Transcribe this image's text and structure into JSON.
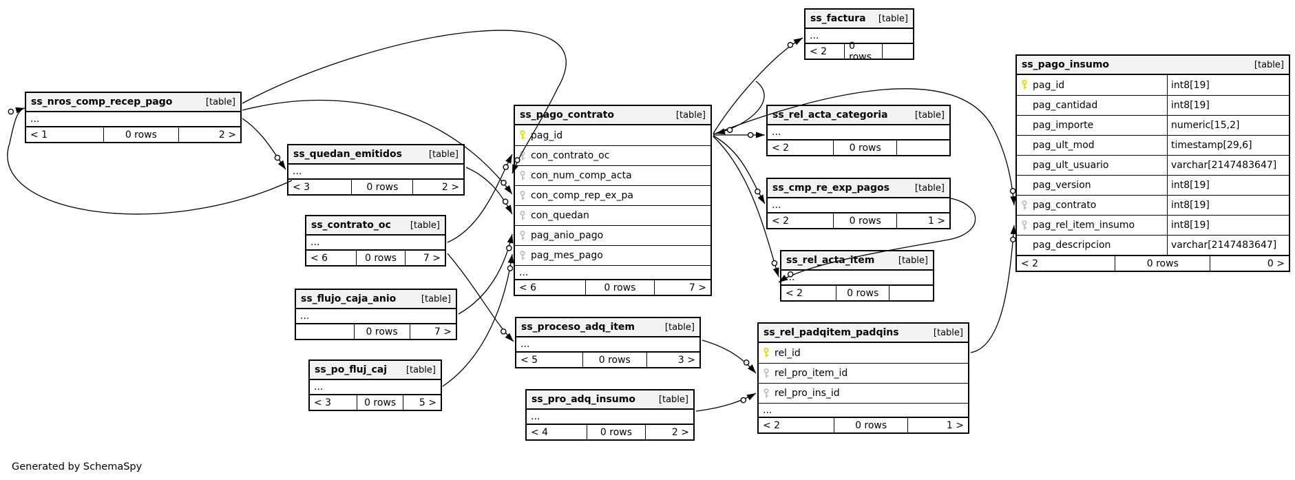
{
  "footer_note": "Generated by SchemaSpy",
  "colors": {
    "pk_key": "#d9d900",
    "fk_key": "#bebebe",
    "header_bg": "#f2f2f2",
    "border": "#000000",
    "line": "#000000"
  },
  "tables": [
    {
      "id": "ss_nros_comp_recep_pago",
      "name": "ss_nros_comp_recep_pago",
      "tag": "[table]",
      "columns": [
        {
          "name": "...",
          "ellipsis": true
        }
      ],
      "footer": {
        "left": "< 1",
        "center": "0 rows",
        "right": "2 >"
      }
    },
    {
      "id": "ss_quedan_emitidos",
      "name": "ss_quedan_emitidos",
      "tag": "[table]",
      "columns": [
        {
          "name": "...",
          "ellipsis": true
        }
      ],
      "footer": {
        "left": "< 3",
        "center": "0 rows",
        "right": "2 >"
      }
    },
    {
      "id": "ss_contrato_oc",
      "name": "ss_contrato_oc",
      "tag": "[table]",
      "columns": [
        {
          "name": "...",
          "ellipsis": true
        }
      ],
      "footer": {
        "left": "< 6",
        "center": "0 rows",
        "right": "7 >"
      }
    },
    {
      "id": "ss_flujo_caja_anio",
      "name": "ss_flujo_caja_anio",
      "tag": "[table]",
      "columns": [
        {
          "name": "...",
          "ellipsis": true
        }
      ],
      "footer": {
        "left": "",
        "center": "0 rows",
        "right": "7 >"
      }
    },
    {
      "id": "ss_po_fluj_caj",
      "name": "ss_po_fluj_caj",
      "tag": "[table]",
      "columns": [
        {
          "name": "...",
          "ellipsis": true
        }
      ],
      "footer": {
        "left": "< 3",
        "center": "0 rows",
        "right": "5 >"
      }
    },
    {
      "id": "ss_pago_contrato",
      "name": "ss_pago_contrato",
      "tag": "[table]",
      "columns": [
        {
          "name": "pag_id",
          "key": "pk"
        },
        {
          "name": "con_contrato_oc",
          "key": "fk"
        },
        {
          "name": "con_num_comp_acta",
          "key": "fk"
        },
        {
          "name": "con_comp_rep_ex_pa",
          "key": "fk"
        },
        {
          "name": "con_quedan",
          "key": "fk"
        },
        {
          "name": "pag_anio_pago",
          "key": "fk"
        },
        {
          "name": "pag_mes_pago",
          "key": "fk"
        },
        {
          "name": "...",
          "ellipsis": true
        }
      ],
      "footer": {
        "left": "< 6",
        "center": "0 rows",
        "right": "7 >"
      }
    },
    {
      "id": "ss_proceso_adq_item",
      "name": "ss_proceso_adq_item",
      "tag": "[table]",
      "columns": [
        {
          "name": "...",
          "ellipsis": true
        }
      ],
      "footer": {
        "left": "< 5",
        "center": "0 rows",
        "right": "3 >"
      }
    },
    {
      "id": "ss_pro_adq_insumo",
      "name": "ss_pro_adq_insumo",
      "tag": "[table]",
      "columns": [
        {
          "name": "...",
          "ellipsis": true
        }
      ],
      "footer": {
        "left": "< 4",
        "center": "0 rows",
        "right": "2 >"
      }
    },
    {
      "id": "ss_factura",
      "name": "ss_factura",
      "tag": "[table]",
      "columns": [
        {
          "name": "...",
          "ellipsis": true
        }
      ],
      "footer": {
        "left": "< 2",
        "center": "0 rows",
        "right": ""
      }
    },
    {
      "id": "ss_rel_acta_categoria",
      "name": "ss_rel_acta_categoria",
      "tag": "[table]",
      "columns": [
        {
          "name": "...",
          "ellipsis": true
        }
      ],
      "footer": {
        "left": "< 2",
        "center": "0 rows",
        "right": ""
      }
    },
    {
      "id": "ss_cmp_re_exp_pagos",
      "name": "ss_cmp_re_exp_pagos",
      "tag": "[table]",
      "columns": [
        {
          "name": "...",
          "ellipsis": true
        }
      ],
      "footer": {
        "left": "< 2",
        "center": "0 rows",
        "right": "1 >"
      }
    },
    {
      "id": "ss_rel_acta_item",
      "name": "ss_rel_acta_item",
      "tag": "[table]",
      "columns": [
        {
          "name": "...",
          "ellipsis": true
        }
      ],
      "footer": {
        "left": "< 2",
        "center": "0 rows",
        "right": ""
      }
    },
    {
      "id": "ss_rel_padqitem_padqins",
      "name": "ss_rel_padqitem_padqins",
      "tag": "[table]",
      "columns": [
        {
          "name": "rel_id",
          "key": "pk"
        },
        {
          "name": "rel_pro_item_id",
          "key": "fk"
        },
        {
          "name": "rel_pro_ins_id",
          "key": "fk"
        },
        {
          "name": "...",
          "ellipsis": true
        }
      ],
      "footer": {
        "left": "< 2",
        "center": "0 rows",
        "right": "1 >"
      }
    },
    {
      "id": "ss_pago_insumo",
      "name": "ss_pago_insumo",
      "tag": "[table]",
      "columns": [
        {
          "name": "pag_id",
          "key": "pk",
          "type": "int8[19]"
        },
        {
          "name": "pag_cantidad",
          "type": "int8[19]"
        },
        {
          "name": "pag_importe",
          "type": "numeric[15,2]"
        },
        {
          "name": "pag_ult_mod",
          "type": "timestamp[29,6]"
        },
        {
          "name": "pag_ult_usuario",
          "type": "varchar[2147483647]"
        },
        {
          "name": "pag_version",
          "type": "int8[19]"
        },
        {
          "name": "pag_contrato",
          "key": "fk",
          "type": "int8[19]"
        },
        {
          "name": "pag_rel_item_insumo",
          "key": "fk",
          "type": "int8[19]"
        },
        {
          "name": "pag_descripcion",
          "type": "varchar[2147483647]"
        }
      ],
      "footer": {
        "left": "< 2",
        "center": "0 rows",
        "right": "0 >"
      }
    }
  ],
  "relationships": [
    {
      "from": "ss_contrato_oc",
      "to": "ss_pago_contrato.con_contrato_oc"
    },
    {
      "from": "ss_nros_comp_recep_pago",
      "to": "ss_pago_contrato.con_num_comp_acta"
    },
    {
      "from": "ss_nros_comp_recep_pago",
      "to": "ss_pago_contrato.con_comp_rep_ex_pa"
    },
    {
      "from": "ss_quedan_emitidos",
      "to": "ss_pago_contrato.con_quedan"
    },
    {
      "from": "ss_flujo_caja_anio",
      "to": "ss_pago_contrato.pag_anio_pago"
    },
    {
      "from": "ss_po_fluj_caj",
      "to": "ss_pago_contrato.pag_mes_pago"
    },
    {
      "from": "ss_pago_contrato.pag_id",
      "to": "ss_factura"
    },
    {
      "from": "ss_pago_contrato.pag_id",
      "to": "ss_rel_acta_categoria"
    },
    {
      "from": "ss_pago_contrato.pag_id",
      "to": "ss_cmp_re_exp_pagos"
    },
    {
      "from": "ss_pago_contrato.pag_id",
      "to": "ss_rel_acta_item"
    },
    {
      "from": "ss_pago_contrato.pag_id",
      "to": "ss_pago_insumo.pag_contrato"
    },
    {
      "from": "ss_rel_padqitem_padqins.rel_id",
      "to": "ss_pago_insumo.pag_rel_item_insumo"
    },
    {
      "from": "ss_proceso_adq_item",
      "to": "ss_rel_padqitem_padqins.rel_pro_item_id"
    },
    {
      "from": "ss_pro_adq_insumo",
      "to": "ss_rel_padqitem_padqins.rel_pro_ins_id"
    },
    {
      "from": "ss_nros_comp_recep_pago",
      "to": "ss_quedan_emitidos"
    },
    {
      "from": "ss_pago_contrato",
      "to": "ss_nros_comp_recep_pago"
    }
  ]
}
